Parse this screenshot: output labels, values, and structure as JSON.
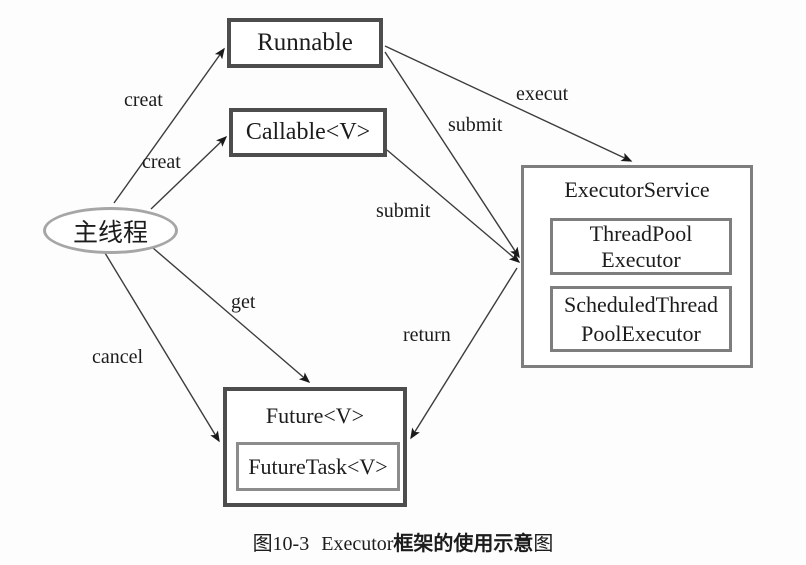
{
  "diagram": {
    "main_thread": "主线程",
    "nodes": {
      "runnable": "Runnable",
      "callable": "Callable<V>",
      "executor_service": "ExecutorService",
      "thread_pool_executor": "ThreadPool\nExecutor",
      "scheduled_thread_pool_executor": "ScheduledThread\nPoolExecutor",
      "future": "Future<V>",
      "future_task": "FutureTask<V>"
    },
    "edge_labels": {
      "creat_runnable": "creat",
      "creat_callable": "creat",
      "execut": "execut",
      "submit_runnable": "submit",
      "submit_callable": "submit",
      "get": "get",
      "cancel": "cancel",
      "return": "return"
    }
  },
  "caption": {
    "figure_no": "图10-3",
    "en_part": "Executor",
    "bold_part": "框架的使用示意",
    "tail_part": "图"
  },
  "colors": {
    "box_border_dark": "#4d4d4d",
    "box_border_gray": "#7e7e7e",
    "ellipse_border": "#a6a6a6",
    "arrow": "#3c3c3c",
    "arrowhead": "#1a1a1a",
    "text": "#1c1c1c",
    "bg": "#fdfdfd"
  }
}
